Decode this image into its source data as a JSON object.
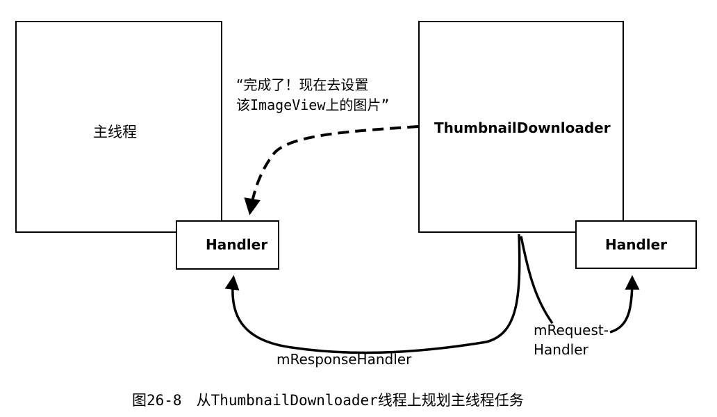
{
  "main_thread": {
    "label": "主线程"
  },
  "downloader": {
    "label": "ThumbnailDownloader"
  },
  "handler_left": {
    "label": "Handler"
  },
  "handler_right": {
    "label": "Handler"
  },
  "quote": {
    "line1": "“完成了！现在去设置",
    "line2": "该ImageView上的图片”"
  },
  "response_handler": {
    "label": "mResponseHandler"
  },
  "request_handler": {
    "line1": "mRequest-",
    "line2": "Handler"
  },
  "caption": {
    "text": "图26-8　从ThumbnailDownloader线程上规划主线程任务"
  }
}
